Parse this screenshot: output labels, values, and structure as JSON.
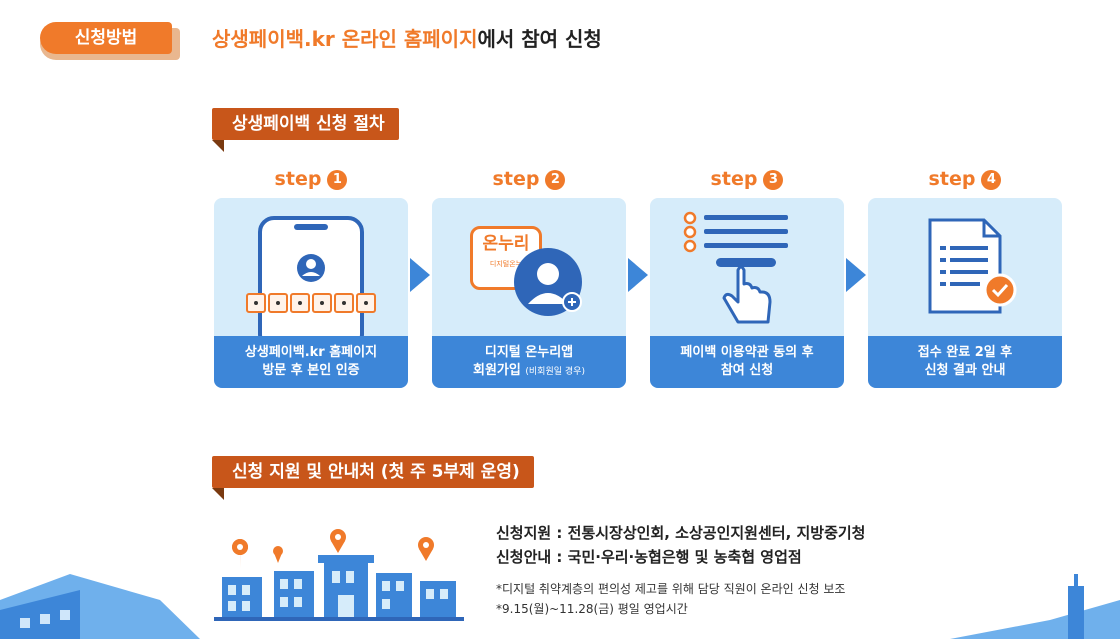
{
  "header": {
    "badge_label": "신청방법",
    "headline_highlight": "상생페이백.kr 온라인 홈페이지",
    "headline_rest": "에서 참여 신청"
  },
  "procedure": {
    "ribbon_label": "상생페이백 신청 절차",
    "steps": [
      {
        "label": "step",
        "number": "1",
        "caption_line1": "상생페이백.kr 홈페이지",
        "caption_line2": "방문 후 본인 인증",
        "caption_small": ""
      },
      {
        "label": "step",
        "number": "2",
        "caption_line1": "디지털 온누리앱",
        "caption_line2": "회원가입",
        "caption_small": "(비회원일 경우)",
        "logo_text": "온누리",
        "logo_sub": "디지털온누"
      },
      {
        "label": "step",
        "number": "3",
        "caption_line1": "페이백 이용약관 동의 후",
        "caption_line2": "참여 신청",
        "caption_small": ""
      },
      {
        "label": "step",
        "number": "4",
        "caption_line1": "접수 완료 2일 후",
        "caption_line2": "신청 결과 안내",
        "caption_small": ""
      }
    ]
  },
  "support": {
    "ribbon_label": "신청 지원 및 안내처 (첫 주 5부제 운영)",
    "line1": "신청지원 : 전통시장상인회, 소상공인지원센터, 지방중기청",
    "line2": "신청안내 : 국민·우리·농협은행 및 농축협 영업점",
    "note1": "*디지털 취약계층의 편의성 제고를 위해 담당 직원이 온라인 신청 보조",
    "note2": "*9.15(월)~11.28(금) 평일 영업시간"
  },
  "colors": {
    "accent": "#f07a2a",
    "ribbon": "#c8561a",
    "card": "#d6ecfa",
    "caption": "#3d86d8"
  },
  "icons": [
    "user-icon",
    "phone-icon",
    "app-logo-icon",
    "add-user-icon",
    "checklist-icon",
    "tap-hand-icon",
    "document-icon",
    "check-badge-icon",
    "location-pin-icon",
    "building-icon"
  ]
}
